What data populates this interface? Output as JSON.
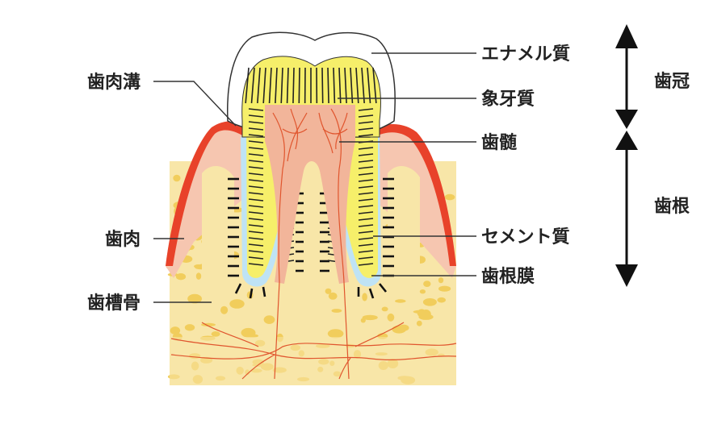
{
  "labels": {
    "enamel": "エナメル質",
    "dentin": "象牙質",
    "pulp": "歯髄",
    "cementum": "セメント質",
    "pdl": "歯根膜",
    "sulcus": "歯肉溝",
    "gingiva": "歯肉",
    "alveolar_bone": "歯槽骨",
    "crown": "歯冠",
    "root": "歯根"
  },
  "colors": {
    "gum": "#e8422a",
    "gum_light": "#f6c6b0",
    "bone": "#f8e6a8",
    "bone_spots": "#f1cd5c",
    "dentin": "#f6ef6a",
    "pulp": "#f2b59a",
    "nerve": "#e0552e",
    "cementum": "#bfe3f5",
    "enamel": "#ffffff"
  }
}
